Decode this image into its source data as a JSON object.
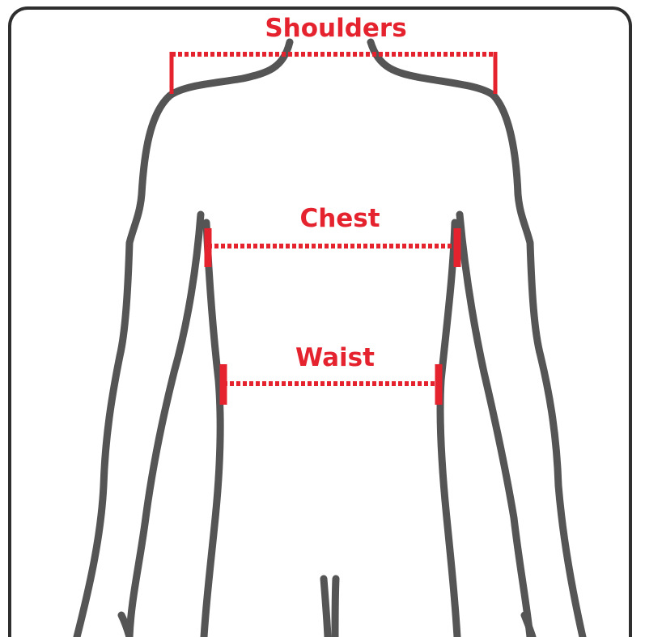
{
  "colors": {
    "accent": "#e5232e",
    "outline": "#555555",
    "frame": "#2f2f2f",
    "background": "#ffffff"
  },
  "labels": {
    "shoulders": "Shoulders",
    "chest": "Chest",
    "waist": "Waist"
  },
  "icons": {
    "figure": "torso-outline"
  }
}
